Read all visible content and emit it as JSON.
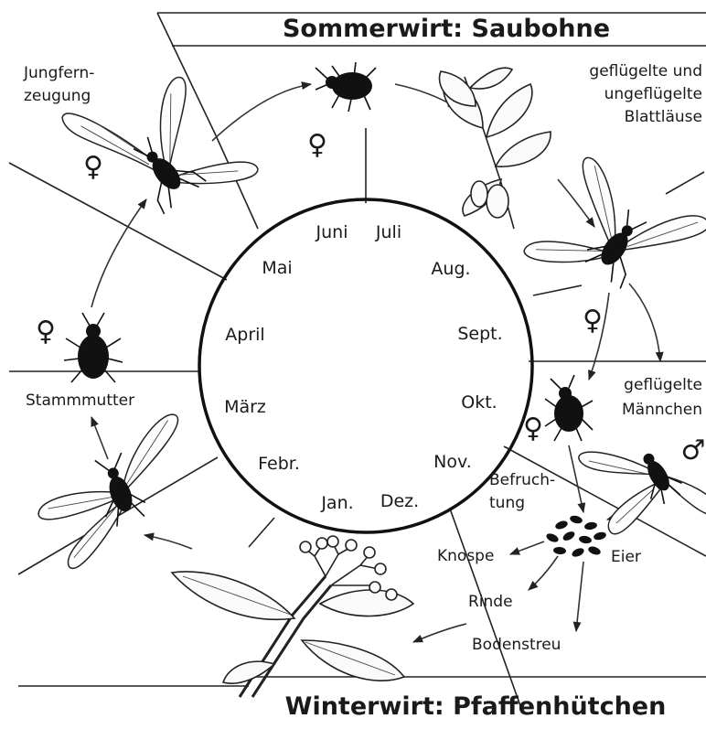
{
  "titles": {
    "summer_host": "Sommerwirt: Saubohne",
    "winter_host": "Winterwirt: Pfaffenhütchen"
  },
  "months": [
    "Juni",
    "Juli",
    "Aug.",
    "Sept.",
    "Okt.",
    "Nov.",
    "Dez.",
    "Jan.",
    "Febr.",
    "März",
    "April",
    "Mai"
  ],
  "labels": {
    "parthenogenesis_line1": "Jungfern-",
    "parthenogenesis_line2": "zeugung",
    "winged_line1": "geflügelte und",
    "winged_line2": "ungeflügelte",
    "winged_line3": "Blattläuse",
    "males_line1": "geflügelte",
    "males_line2": "Männchen",
    "stem_mother": "Stammmutter",
    "fertilization_line1": "Befruch-",
    "fertilization_line2": "tung",
    "eggs": "Eier",
    "bud": "Knospe",
    "bark": "Rinde",
    "leaf_litter": "Bodenstreu"
  },
  "symbols": {
    "female": "♀",
    "male": "♂"
  }
}
